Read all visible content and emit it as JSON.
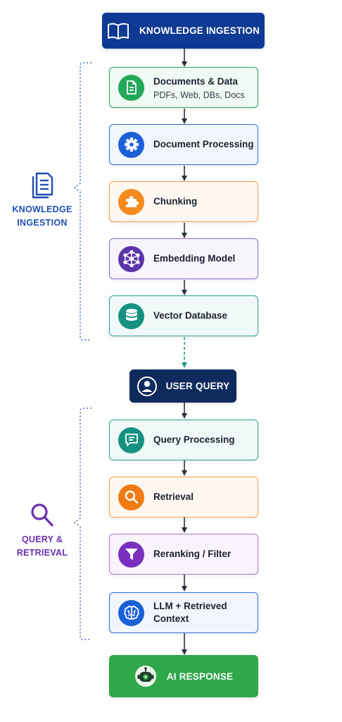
{
  "top_header": {
    "label": "KNOWLEDGE INGESTION",
    "color": "#0f3a94",
    "icon": "book-icon"
  },
  "ingestion_steps": [
    {
      "title": "Documents & Data",
      "subtitle": "PDFs, Web, DBs, Docs",
      "icon": "document-icon",
      "color": "#22a85a",
      "border": "#2aa35c",
      "bg": "#f1f9f4"
    },
    {
      "title": "Document Processing",
      "icon": "gear-icon",
      "color": "#1a5fd8",
      "border": "#2d6fdc",
      "bg": "#f1f5fd"
    },
    {
      "title": "Chunking",
      "icon": "puzzle-icon",
      "color": "#f58a1f",
      "border": "#f5a04a",
      "bg": "#fff8f1"
    },
    {
      "title": "Embedding Model",
      "icon": "network-icon",
      "color": "#5b35a8",
      "border": "#8b6cd0",
      "bg": "#f7f4fc"
    },
    {
      "title": "Vector Database",
      "icon": "database-icon",
      "color": "#169181",
      "border": "#2aa393",
      "bg": "#f1f9f8"
    }
  ],
  "ingestion_side_label": {
    "lines": [
      "KNOWLEDGE",
      "INGESTION"
    ],
    "icon": "document-icon",
    "color": "#1e4fb0"
  },
  "user_query": {
    "label": "USER QUERY",
    "color": "#0f2a5c",
    "icon": "user-icon"
  },
  "retrieval_steps": [
    {
      "title": "Query Processing",
      "icon": "chat-icon",
      "color": "#169181",
      "border": "#2aa393",
      "bg": "#f1f9f8"
    },
    {
      "title": "Retrieval",
      "icon": "search-icon",
      "color": "#f07b14",
      "border": "#f5a04a",
      "bg": "#fff8f1"
    },
    {
      "title": "Reranking / Filter",
      "icon": "filter-icon",
      "color": "#7a2fc0",
      "border": "#a67ad8",
      "bg": "#f8f3fd"
    },
    {
      "title": "LLM + Retrieved Context",
      "icon": "brain-icon",
      "color": "#1a5fd8",
      "border": "#2d6fdc",
      "bg": "#f1f5fd"
    }
  ],
  "retrieval_side_label": {
    "lines": [
      "QUERY &",
      "RETRIEVAL"
    ],
    "icon": "search-icon",
    "color": "#6a2fb0"
  },
  "ai_response": {
    "label": "AI RESPONSE",
    "color": "#2fa84a",
    "icon": "robot-icon"
  }
}
